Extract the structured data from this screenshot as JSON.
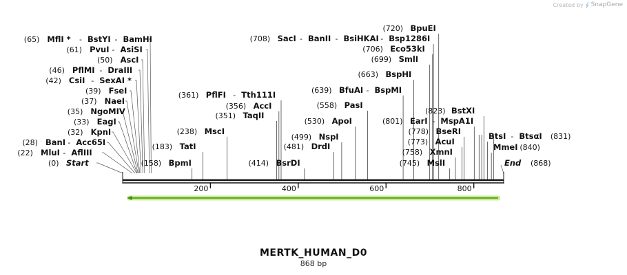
{
  "credit": {
    "prefix": "Created by",
    "brand": "SnapGene"
  },
  "sequence": {
    "name": "MERTK_HUMAN_D0",
    "length_label": "868 bp",
    "length_bp": 868
  },
  "axis_ticks": [
    "200",
    "400",
    "600",
    "800"
  ],
  "axis_tick_values": [
    200,
    400,
    600,
    800
  ],
  "colors": {
    "feature": "#c9ec8c",
    "feature_line": "#3e8a1c",
    "backbone": "#111111"
  },
  "feature": {
    "name": "",
    "start": 10,
    "end": 860,
    "direction": "reverse"
  },
  "left_labels": [
    {
      "pos": "(65)",
      "site": 65,
      "parts": [
        "MflI *",
        "BstYI",
        "BamHI"
      ],
      "sites": [
        65,
        65,
        65
      ]
    },
    {
      "pos": "(61)",
      "site": 61,
      "parts": [
        "PvuI",
        "AsiSI"
      ],
      "sites": [
        61,
        61
      ]
    },
    {
      "pos": "(50)",
      "site": 50,
      "parts": [
        "AscI"
      ],
      "sites": [
        50
      ]
    },
    {
      "pos": "(46)",
      "site": 46,
      "parts": [
        "PflMI",
        "DraIII"
      ],
      "sites": [
        46,
        46
      ]
    },
    {
      "pos": "(42)",
      "site": 42,
      "parts": [
        "CsiI",
        "SexAI *"
      ],
      "sites": [
        42,
        42
      ]
    },
    {
      "pos": "(39)",
      "site": 39,
      "parts": [
        "FseI"
      ],
      "sites": [
        39
      ]
    },
    {
      "pos": "(37)",
      "site": 37,
      "parts": [
        "NaeI"
      ],
      "sites": [
        37
      ]
    },
    {
      "pos": "(35)",
      "site": 35,
      "parts": [
        "NgoMIV"
      ],
      "sites": [
        35
      ]
    },
    {
      "pos": "(33)",
      "site": 33,
      "parts": [
        "EagI"
      ],
      "sites": [
        33
      ]
    },
    {
      "pos": "(32)",
      "site": 32,
      "parts": [
        "KpnI"
      ],
      "sites": [
        32
      ]
    },
    {
      "pos": "(28)",
      "site": 28,
      "parts": [
        "BanI",
        "Acc65I"
      ],
      "sites": [
        28,
        28
      ]
    },
    {
      "pos": "(22)",
      "site": 22,
      "parts": [
        "MluI",
        "AflIII"
      ],
      "sites": [
        22,
        22
      ]
    }
  ],
  "start_label": {
    "pos": "(0)",
    "name": "Start"
  },
  "end_label": {
    "pos": "(868)",
    "name": "End"
  },
  "middle_labels": [
    {
      "pos": "(158)",
      "site": 158,
      "parts": [
        "BpmI"
      ]
    },
    {
      "pos": "(183)",
      "site": 183,
      "parts": [
        "TatI"
      ]
    },
    {
      "pos": "(238)",
      "site": 238,
      "parts": [
        "MscI"
      ]
    },
    {
      "pos": "(361)",
      "site": 361,
      "parts": [
        "PflFI",
        "Tth111I"
      ]
    },
    {
      "pos": "(356)",
      "site": 356,
      "parts": [
        "AccI"
      ]
    },
    {
      "pos": "(351)",
      "site": 351,
      "parts": [
        "TaqII"
      ]
    },
    {
      "pos": "(414)",
      "site": 414,
      "parts": [
        "BsrDI"
      ]
    },
    {
      "pos": "(481)",
      "site": 481,
      "parts": [
        "DrdI"
      ]
    },
    {
      "pos": "(499)",
      "site": 499,
      "parts": [
        "NspI"
      ]
    },
    {
      "pos": "(530)",
      "site": 530,
      "parts": [
        "ApoI"
      ]
    },
    {
      "pos": "(558)",
      "site": 558,
      "parts": [
        "PasI"
      ]
    },
    {
      "pos": "(639)",
      "site": 639,
      "parts": [
        "BfuAI",
        "BspMI"
      ]
    },
    {
      "pos": "(663)",
      "site": 663,
      "parts": [
        "BspHI"
      ]
    },
    {
      "pos": "(708)",
      "site": 708,
      "parts": [
        "SacI",
        "BanII",
        "BsiHKAI",
        "Bsp1286I"
      ]
    },
    {
      "pos": "(720)",
      "site": 720,
      "parts": [
        "BpuEI"
      ]
    },
    {
      "pos": "(706)",
      "site": 706,
      "parts": [
        "Eco53kI"
      ]
    },
    {
      "pos": "(699)",
      "site": 699,
      "parts": [
        "SmlI"
      ]
    },
    {
      "pos": "(801)",
      "site": 801,
      "parts": [
        "EarI",
        "MspA1I"
      ]
    },
    {
      "pos": "(778)",
      "site": 778,
      "parts": [
        "BseRI"
      ]
    },
    {
      "pos": "(773)",
      "site": 773,
      "parts": [
        "AcuI"
      ]
    },
    {
      "pos": "(758)",
      "site": 758,
      "parts": [
        "XmnI"
      ]
    },
    {
      "pos": "(745)",
      "site": 745,
      "parts": [
        "MslI"
      ]
    }
  ],
  "post_labels": [
    {
      "pos": "(823)",
      "site": 823,
      "parts": [
        "BstXI"
      ]
    },
    {
      "pos": "(831)",
      "site": 831,
      "parts": [
        "BtsI",
        "BtsαI"
      ]
    },
    {
      "pos": "(840)",
      "site": 840,
      "parts": [
        "MmeI"
      ]
    }
  ]
}
